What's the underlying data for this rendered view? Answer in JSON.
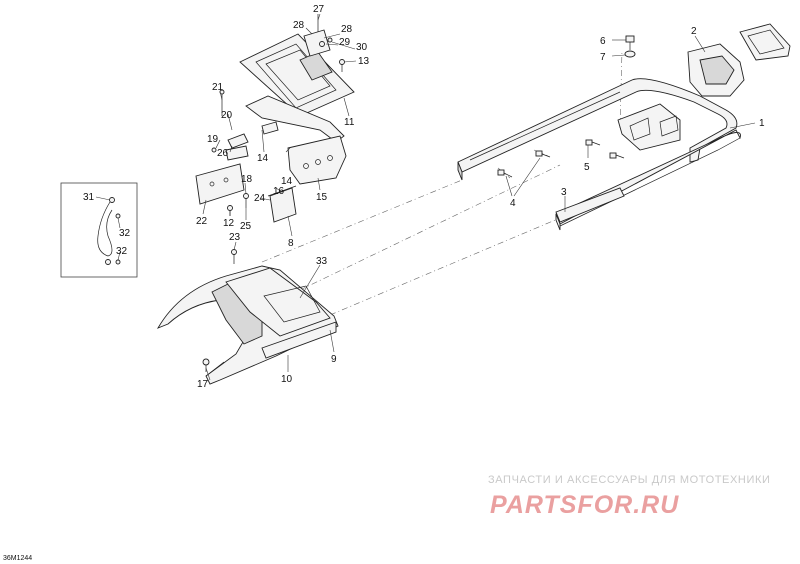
{
  "diagram": {
    "reference_code": "36M1244",
    "watermark": {
      "tagline": "ЗАПЧАСТИ И АКСЕССУАРЫ ДЛЯ МОТОТЕХНИКИ",
      "brand": "PARTSFOR.RU"
    },
    "callouts": {
      "c1": "1",
      "c2": "2",
      "c3": "3",
      "c4": "4",
      "c5": "5",
      "c6": "6",
      "c7": "7",
      "c8": "8",
      "c9": "9",
      "c10": "10",
      "c11": "11",
      "c12": "12",
      "c13": "13",
      "c14a": "14",
      "c14b": "14",
      "c15": "15",
      "c16": "16",
      "c17": "17",
      "c18": "18",
      "c19": "19",
      "c20": "20",
      "c21": "21",
      "c22": "22",
      "c23": "23",
      "c24": "24",
      "c25": "25",
      "c26": "26",
      "c27": "27",
      "c28a": "28",
      "c28b": "28",
      "c29": "29",
      "c30": "30",
      "c31": "31",
      "c32a": "32",
      "c32b": "32",
      "c33": "33"
    }
  }
}
